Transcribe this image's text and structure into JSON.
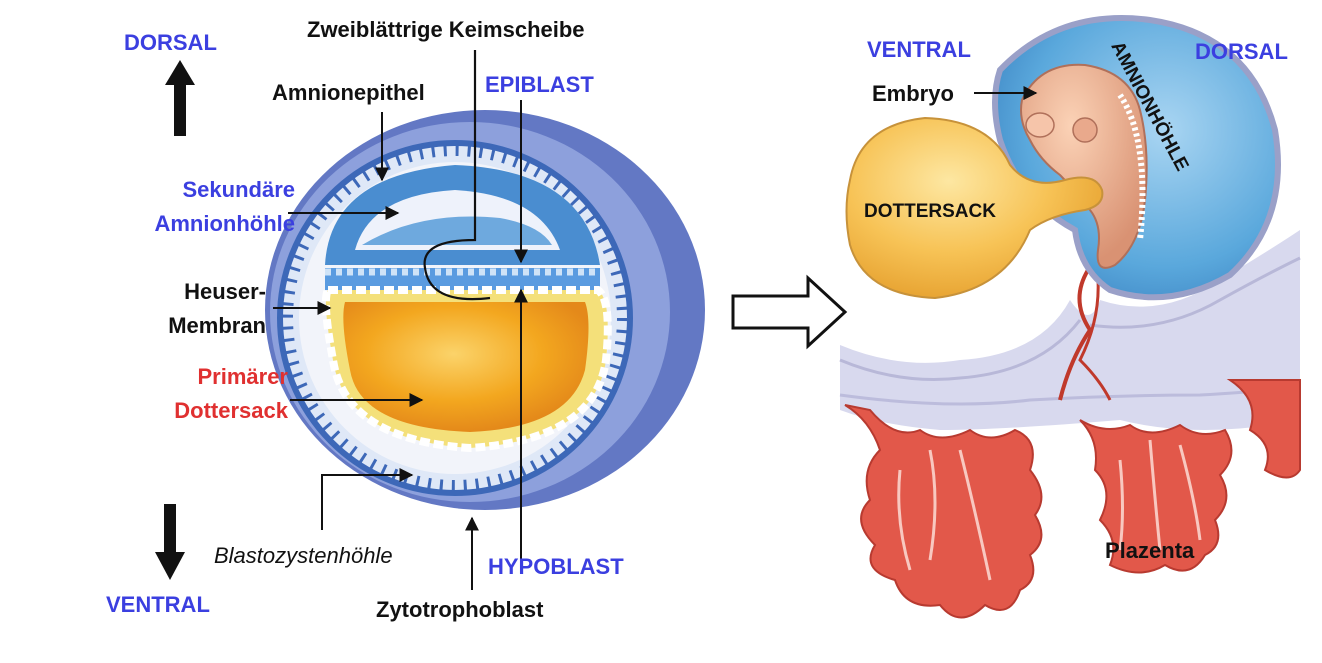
{
  "left_panel": {
    "dorsal": "DORSAL",
    "ventral": "VENTRAL",
    "zweiblaettrige": "Zweiblättrige Keimscheibe",
    "amnionepithel": "Amnionepithel",
    "epiblast": "EPIBLAST",
    "sekundaere_1": "Sekundäre",
    "sekundaere_2": "Amnionhöhle",
    "heuser_1": "Heuser-",
    "heuser_2": "Membran",
    "primaerer_1": "Primärer",
    "primaerer_2": "Dottersack",
    "blastozysten": "Blastozystenhöhle",
    "hypoblast": "HYPOBLAST",
    "zytotrophoblast": "Zytotrophoblast"
  },
  "right_panel": {
    "ventral": "VENTRAL",
    "dorsal": "DORSAL",
    "embryo": "Embryo",
    "dottersack": "DOTTERSACK",
    "amnionhoehle": "AMNIONHÖHLE",
    "plazenta": "Plazenta"
  },
  "colors": {
    "blue_label": "#3b3fe0",
    "red_label": "#e03030",
    "blastocyst_outer": "#5a6fc0",
    "amnion_cavity": "#4a9ad4",
    "yolk": "#f5a623",
    "placenta_red": "#e2584a"
  }
}
